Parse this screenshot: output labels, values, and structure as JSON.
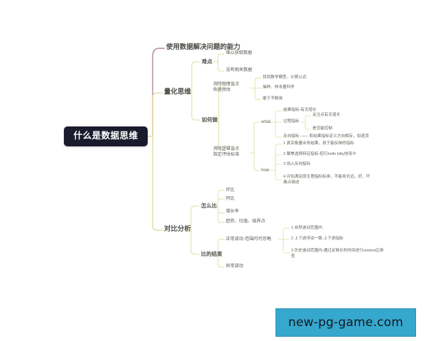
{
  "diagram": {
    "type": "mind-map",
    "root": {
      "label": "什么是数据思维",
      "fill": "#1b1b2e",
      "text_color": "#ffffff"
    },
    "branch_colors": {
      "branch_1": "#b58a95",
      "branch_2": "#e3dda2",
      "branch_3": "#e3dda2"
    },
    "branches": [
      {
        "id": "b1",
        "label": "使用数据解决问题的能力",
        "color": "#b58a95"
      },
      {
        "id": "b2",
        "label": "量化思维",
        "color": "#e3dda2",
        "children": [
          {
            "label": "难点",
            "children": [
              {
                "label": "难以获取数据"
              },
              {
                "label": "没有相关数据"
              }
            ]
          },
          {
            "label": "如何做",
            "children": [
              {
                "label": "消除物理盲点\n快速预估",
                "children": [
                  {
                    "label": "找到数学模型、计算公式"
                  },
                  {
                    "label": "抽样、样本量科学"
                  },
                  {
                    "label": "敢于不精准"
                  }
                ]
              },
              {
                "label": "消除逻辑盲点\n指定评估标准",
                "children": [
                  {
                    "label": "what",
                    "children": [
                      {
                        "label": "结果指标-有无增长"
                      },
                      {
                        "label": "过程指标",
                        "children": [
                          {
                            "label": "关注点有无增长"
                          },
                          {
                            "label": "是否能控制"
                          }
                        ]
                      },
                      {
                        "label": "反向指标 —— 和结果指标定义方向相反，如退货"
                      }
                    ]
                  },
                  {
                    "label": "how",
                    "children": [
                      {
                        "label": "1 真实衡量业务结果，用于能反映的指标"
                      },
                      {
                        "label": "2 聚焦选择特征指标-招行hello kitty信用卡"
                      },
                      {
                        "label": "3 加入反向指标"
                      },
                      {
                        "label": "4 评估满足原生理指标标准，不能用长远，好、坏\n离点描述"
                      }
                    ]
                  }
                ]
              }
            ]
          }
        ]
      },
      {
        "id": "b3",
        "label": "对比分析",
        "color": "#e3dda2",
        "children": [
          {
            "label": "怎么比",
            "children": [
              {
                "label": "环比"
              },
              {
                "label": "同比"
              },
              {
                "label": "增长率"
              },
              {
                "label": "趋势、均值、临界点"
              }
            ]
          },
          {
            "label": "比的结果",
            "children": [
              {
                "label": "正常波动-范围内可忽略",
                "children": [
                  {
                    "label": "1 自然波动范围内"
                  },
                  {
                    "label": "2 上下游浮动一致-上下游指标"
                  },
                  {
                    "label": "3 历史波动范围内-通过足够长的时间进行restore区排\n查"
                  }
                ]
              },
              {
                "label": "异常波动"
              }
            ]
          }
        ]
      }
    ]
  },
  "watermark": {
    "text": "new-pg-game.com",
    "background": "#36a7cd"
  }
}
